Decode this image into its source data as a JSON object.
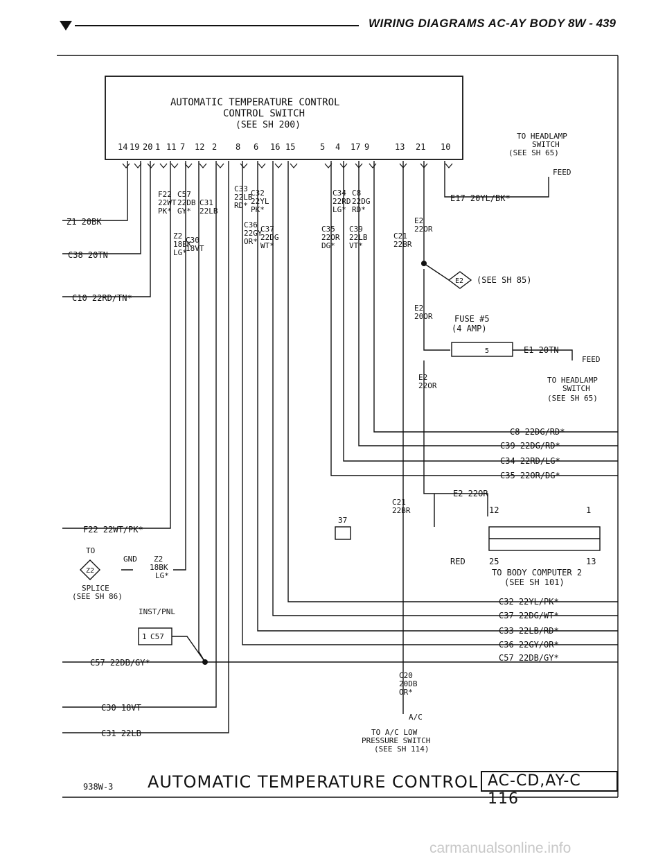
{
  "header": {
    "title": "WIRING DIAGRAMS AC-AY BODY",
    "page": "8W - 439"
  },
  "switch_box": {
    "title_line1": "AUTOMATIC TEMPERATURE CONTROL",
    "title_line2": "CONTROL SWITCH",
    "title_line3": "(SEE SH 200)",
    "pins": [
      "14",
      "19",
      "20",
      "1",
      "11",
      "7",
      "12",
      "2",
      "8",
      "6",
      "16",
      "15",
      "5",
      "4",
      "17",
      "9",
      "13",
      "21",
      "10"
    ]
  },
  "left_circuits": [
    {
      "id": "z1",
      "label": "Z1 20BK"
    },
    {
      "id": "c38",
      "label": "C38 20TN"
    },
    {
      "id": "c10",
      "label": "C10 22RD/TN*"
    },
    {
      "id": "f22",
      "label": "F22 22WT/PK*"
    },
    {
      "id": "c57",
      "label": "C57 22DB/GY*"
    },
    {
      "id": "c30",
      "label": "C30 18VT"
    },
    {
      "id": "c31",
      "label": "C31 22LB"
    }
  ],
  "wire_tags": [
    {
      "id": "f22",
      "lines": [
        "F22",
        "22WT",
        "PK*"
      ]
    },
    {
      "id": "c57",
      "lines": [
        "C57",
        "22DB",
        "GY*"
      ]
    },
    {
      "id": "c31",
      "lines": [
        "C31",
        "22LB"
      ]
    },
    {
      "id": "z2",
      "lines": [
        "Z2",
        "18BK",
        "LG*"
      ]
    },
    {
      "id": "c30",
      "lines": [
        "C30",
        "18VT"
      ]
    },
    {
      "id": "c33",
      "lines": [
        "C33",
        "22LB",
        "RD*"
      ]
    },
    {
      "id": "c32",
      "lines": [
        "C32",
        "22YL",
        "PK*"
      ]
    },
    {
      "id": "c36",
      "lines": [
        "C36",
        "22GY",
        "OR*"
      ]
    },
    {
      "id": "c37",
      "lines": [
        "C37",
        "22DG",
        "WT*"
      ]
    },
    {
      "id": "c34",
      "lines": [
        "C34",
        "22RD",
        "LG*"
      ]
    },
    {
      "id": "c8",
      "lines": [
        "C8",
        "22DG",
        "RD*"
      ]
    },
    {
      "id": "c35",
      "lines": [
        "C35",
        "22OR",
        "DG*"
      ]
    },
    {
      "id": "c39",
      "lines": [
        "C39",
        "22LB",
        "VT*"
      ]
    },
    {
      "id": "c21",
      "lines": [
        "C21",
        "22BR"
      ]
    },
    {
      "id": "e2a",
      "lines": [
        "E2",
        "22OR"
      ]
    },
    {
      "id": "e2b",
      "lines": [
        "E2",
        "20OR"
      ]
    },
    {
      "id": "e2c",
      "lines": [
        "E2",
        "22OR"
      ]
    },
    {
      "id": "c21b",
      "lines": [
        "C21",
        "22BR"
      ]
    },
    {
      "id": "c20",
      "lines": [
        "C20",
        "20DB",
        "OR*"
      ]
    }
  ],
  "headlamp_top": {
    "lines": [
      "TO HEADLAMP",
      "SWITCH",
      "(SEE SH 65)"
    ],
    "feed": "FEED",
    "e17": "E17 20YL/BK*"
  },
  "e2_splice_ref": "(SEE SH 85)",
  "e2_diamond": "E2",
  "fuse": {
    "lines": [
      "FUSE #5",
      "(4 AMP)"
    ],
    "number": "5"
  },
  "e1_label": "E1 20TN",
  "headlamp_mid": {
    "feed": "FEED",
    "lines": [
      "TO HEADLAMP",
      "SWITCH",
      "(SEE SH 65)"
    ]
  },
  "right_circuits_top": [
    {
      "id": "c8",
      "label": "C8 22DG/RD*"
    },
    {
      "id": "c39",
      "label": "C39 22DG/RD*"
    },
    {
      "id": "c34",
      "label": "C34 22RD/LG*"
    },
    {
      "id": "c35",
      "label": "C35 22OR/DG*"
    }
  ],
  "right_circuits_bottom": [
    {
      "id": "c32",
      "label": "C32 22YL/PK*"
    },
    {
      "id": "c37",
      "label": "C37 22DG/WT*"
    },
    {
      "id": "c33",
      "label": "C33 22LB/RD*"
    },
    {
      "id": "c36",
      "label": "C36 22GY/OR*"
    },
    {
      "id": "c57",
      "label": "C57 22DB/GY*"
    }
  ],
  "body_computer": {
    "e2_label": "E2 22OR",
    "pin_12": "12",
    "pin_1": "1",
    "pin_25": "25",
    "pin_13": "13",
    "red": "RED",
    "lines": [
      "TO BODY COMPUTER 2",
      "(SEE SH 101)"
    ],
    "connector_num": "37"
  },
  "splice": {
    "to": "TO",
    "diamond": "Z2",
    "gnd": "GND",
    "lines": [
      "SPLICE",
      "(SEE SH 86)"
    ],
    "wire_lines": [
      "Z2",
      "18BK",
      "LG*"
    ]
  },
  "inst_pnl": "INST/PNL",
  "c57_connector": {
    "pin": "1",
    "name": "C57"
  },
  "ac": {
    "label": "A/C",
    "lines": [
      "TO A/C LOW",
      "PRESSURE SWITCH",
      "(SEE SH 114)"
    ]
  },
  "footer": {
    "code": "938W-3",
    "title": "AUTOMATIC TEMPERATURE CONTROL",
    "sheet": "AC-CD,AY-C 116"
  },
  "watermark": "carmanualsonline.info"
}
